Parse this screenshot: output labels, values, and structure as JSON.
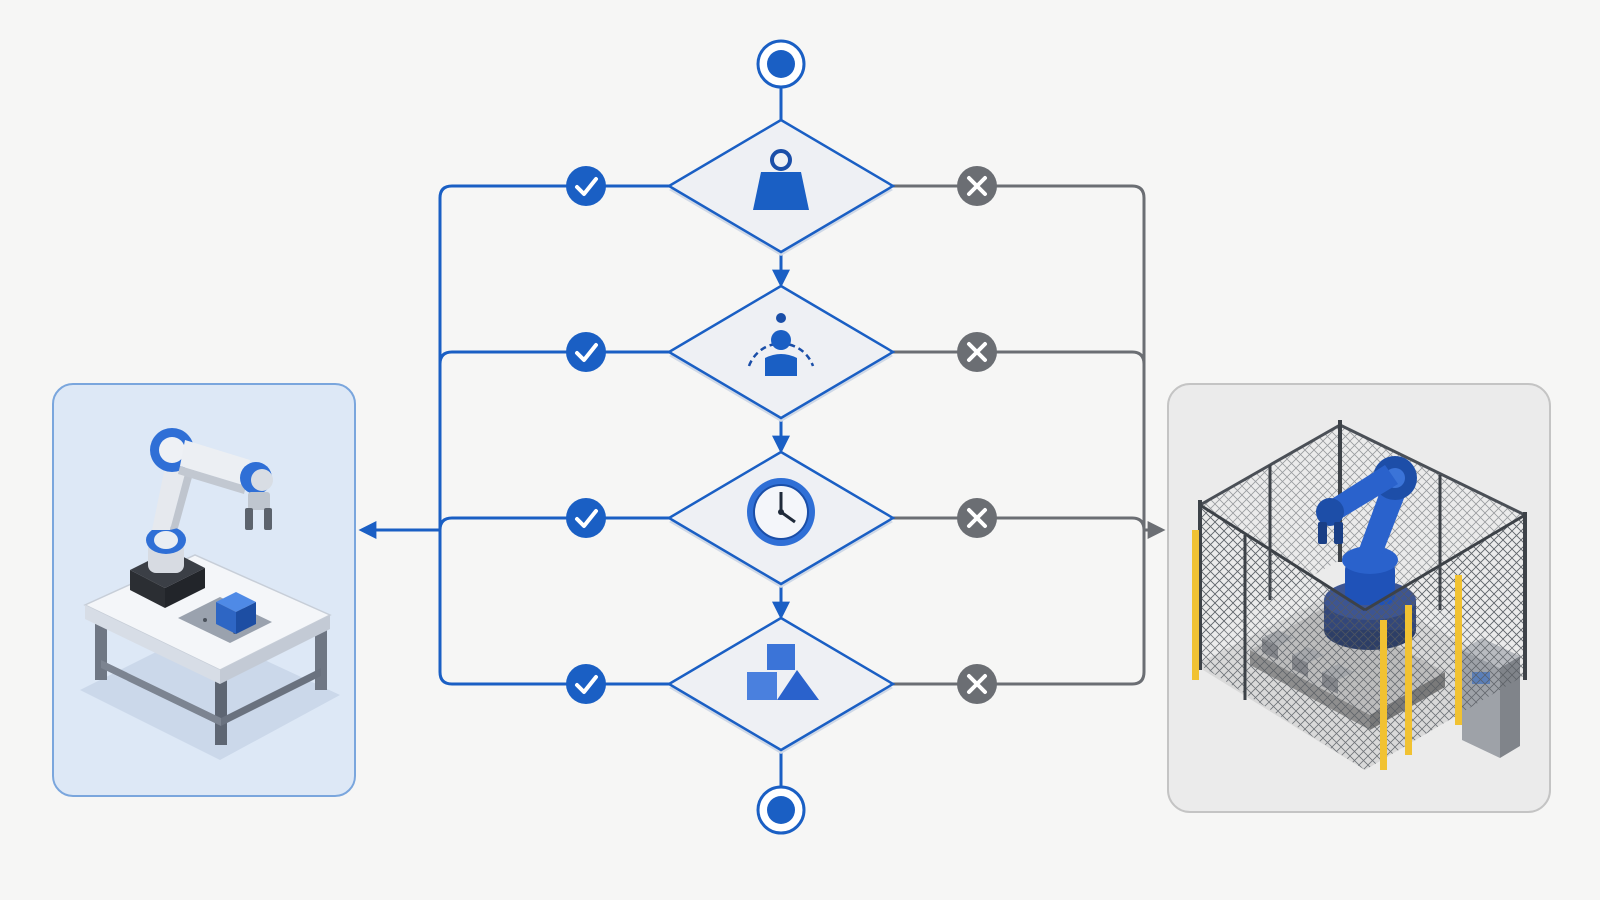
{
  "diagram": {
    "kind": "decision-flowchart",
    "start_node": {
      "icon": "start-terminal-icon"
    },
    "end_node": {
      "icon": "end-terminal-icon"
    },
    "decisions": [
      {
        "id": "payload",
        "icon": "weight-icon",
        "yes_icon": "check-icon",
        "no_icon": "x-icon"
      },
      {
        "id": "human-proximity",
        "icon": "person-proximity-icon",
        "yes_icon": "check-icon",
        "no_icon": "x-icon"
      },
      {
        "id": "cycle-time",
        "icon": "clock-icon",
        "yes_icon": "check-icon",
        "no_icon": "x-icon"
      },
      {
        "id": "part-variety",
        "icon": "shapes-icon",
        "yes_icon": "check-icon",
        "no_icon": "x-icon"
      }
    ],
    "outcomes": {
      "yes": {
        "icon": "collaborative-robot-workstation-icon",
        "branch": "yes"
      },
      "no": {
        "icon": "fenced-industrial-robot-cell-icon",
        "branch": "no"
      }
    }
  },
  "colors": {
    "background": "#f6f6f5",
    "accent_blue": "#1a5fc4",
    "line_gray": "#6b6e73",
    "diamond_fill": "#eef0f4",
    "left_panel_fill": "#dde8f6",
    "left_panel_border": "#7aa6dd",
    "right_panel_fill": "#ebebeb",
    "right_panel_border": "#c4c4c4"
  }
}
